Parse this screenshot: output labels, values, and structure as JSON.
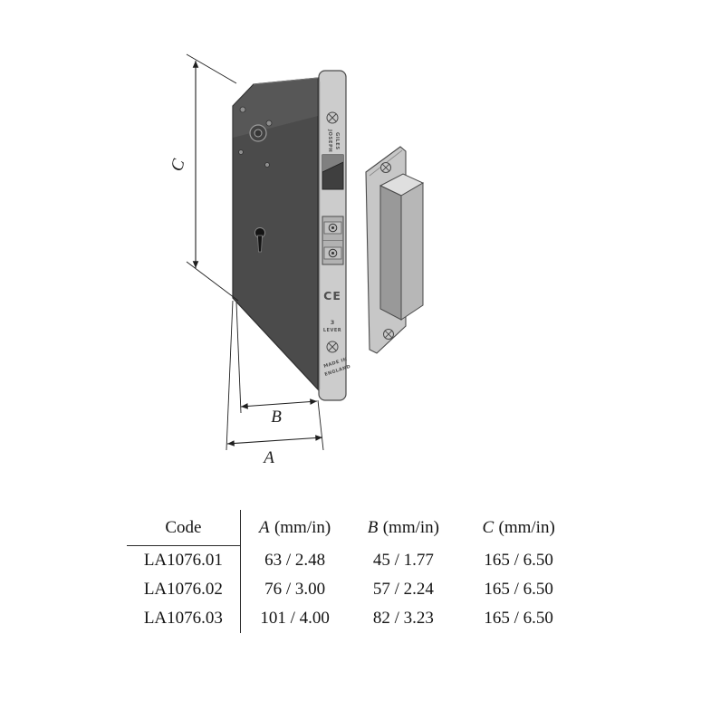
{
  "drawing": {
    "dim_labels": {
      "a": "A",
      "b": "B",
      "c": "C"
    },
    "faceplate": {
      "brand_line1": "JOSEPH",
      "brand_line2": "GILES",
      "ce_mark": "CE",
      "lever_line1": "3",
      "lever_line2": "LEVER",
      "origin_line1": "MADE IN",
      "origin_line2": "ENGLAND"
    },
    "palette": {
      "case_fill": "#4b4b4b",
      "case_edge": "#2d2d2d",
      "faceplate_fill": "#cccccc",
      "keep_fill": "#c7c7c7",
      "keep_box_top": "#dfdfdf",
      "keep_box_front": "#b7b7b7",
      "keep_box_side": "#999999",
      "latch_fill": "#3f3f3f",
      "line_color": "#1f1f1f"
    }
  },
  "table": {
    "headers": {
      "code": "Code",
      "a_letter": "A",
      "a_unit": "(mm/in)",
      "b_letter": "B",
      "b_unit": "(mm/in)",
      "c_letter": "C",
      "c_unit": "(mm/in)"
    },
    "rows": [
      {
        "code": "LA1076.01",
        "a": "63 / 2.48",
        "b": "45 / 1.77",
        "c": "165 / 6.50"
      },
      {
        "code": "LA1076.02",
        "a": "76 / 3.00",
        "b": "57 / 2.24",
        "c": "165 / 6.50"
      },
      {
        "code": "LA1076.03",
        "a": "101 / 4.00",
        "b": "82 / 3.23",
        "c": "165 / 6.50"
      }
    ]
  }
}
